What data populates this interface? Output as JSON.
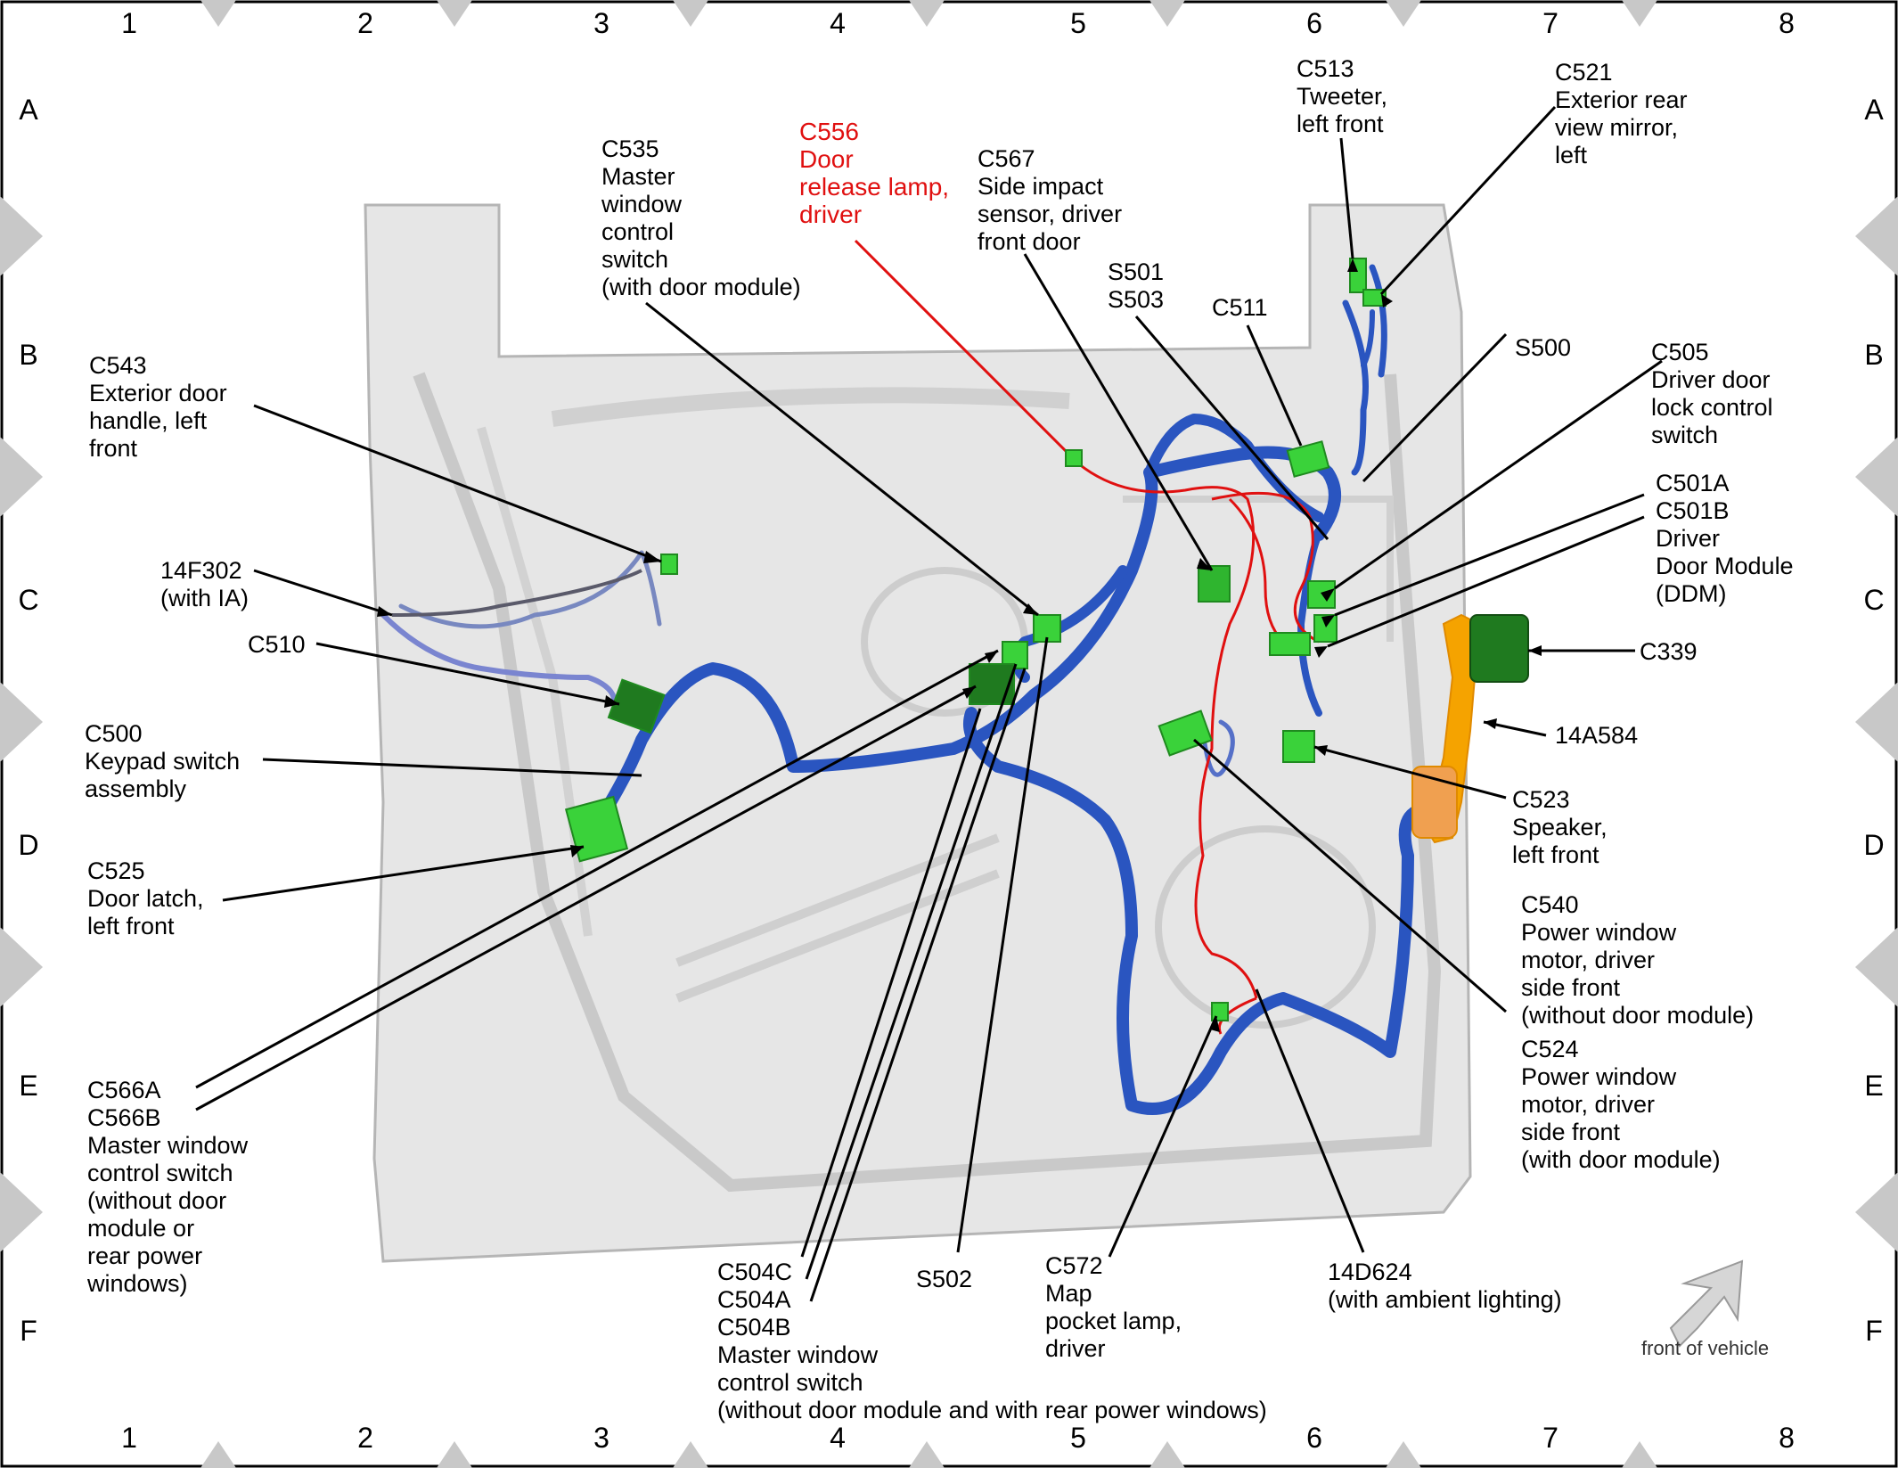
{
  "grid": {
    "columns": [
      "1",
      "2",
      "3",
      "4",
      "5",
      "6",
      "7",
      "8"
    ],
    "rows": [
      "A",
      "B",
      "C",
      "D",
      "E",
      "F"
    ]
  },
  "labels": {
    "c513": "C513\nTweeter,\nleft front",
    "c521": "C521\nExterior rear\nview mirror,\nleft",
    "c556": "C556\nDoor\nrelease lamp,\ndriver",
    "c535": "C535\nMaster\nwindow\ncontrol\nswitch\n(with door module)",
    "c567": "C567\nSide impact\nsensor, driver\nfront door",
    "s501": "S501\nS503",
    "c511": "C511",
    "s500": "S500",
    "c505": "C505\nDriver door\nlock control\nswitch",
    "c501": "C501A\nC501B\nDriver\nDoor Module\n(DDM)",
    "c543": "C543\nExterior door\nhandle, left\nfront",
    "f302": "14F302\n(with IA)",
    "c510": "C510",
    "c339": "C339",
    "a584": "14A584",
    "c500": "C500\nKeypad switch\nassembly",
    "c523": "C523\nSpeaker,\nleft front",
    "c525": "C525\nDoor latch,\nleft front",
    "c540": "C540\nPower window\nmotor, driver\nside front\n(without door module)",
    "c524": "C524\nPower window\nmotor, driver\nside front\n(with door module)",
    "c566": "C566A\nC566B\nMaster window\ncontrol switch\n(without door\nmodule or\nrear power\nwindows)",
    "c504": "C504C\nC504A\nC504B\nMaster window\ncontrol switch\n(without door module and with rear power windows)",
    "s502": "S502",
    "c572": "C572\nMap\npocket lamp,\ndriver",
    "d624": "14D624\n(with ambient lighting)",
    "front": "front of vehicle"
  },
  "colors": {
    "harness_blue": "#2a55c0",
    "harness_red": "#e01010",
    "connector_green": "#3ad23a",
    "connector_dark_green": "#1f7a1f",
    "harness_orange": "#f5a300",
    "door_panel": "#e4e4e4",
    "frame_gray": "#c8c8c8"
  }
}
